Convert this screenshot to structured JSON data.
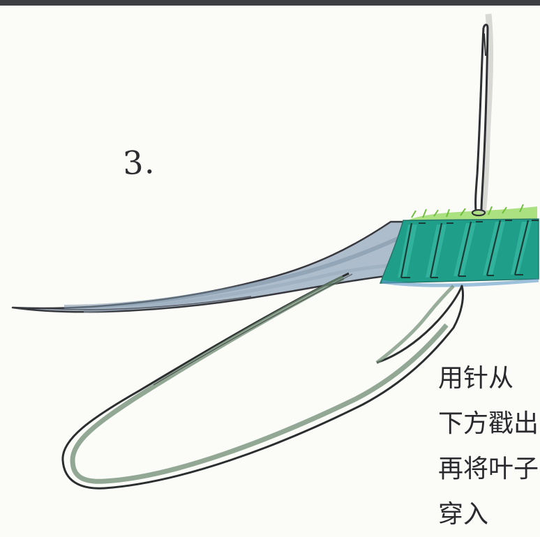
{
  "step_number": "3.",
  "caption_lines": [
    "用针从",
    "下方戳出",
    "再将叶子",
    "穿入"
  ],
  "colors": {
    "paper": "#fbfbf8",
    "ink": "#2c2c30",
    "stem_blue_gray": "#9aaec0",
    "leaf_green": "#5f7f68",
    "teal_band": "#1f9a86",
    "grass_green": "#8ad35a"
  },
  "icons": [
    "needle-icon",
    "stem-icon",
    "teal-wrap-band-icon",
    "leaf-loop-icon"
  ]
}
